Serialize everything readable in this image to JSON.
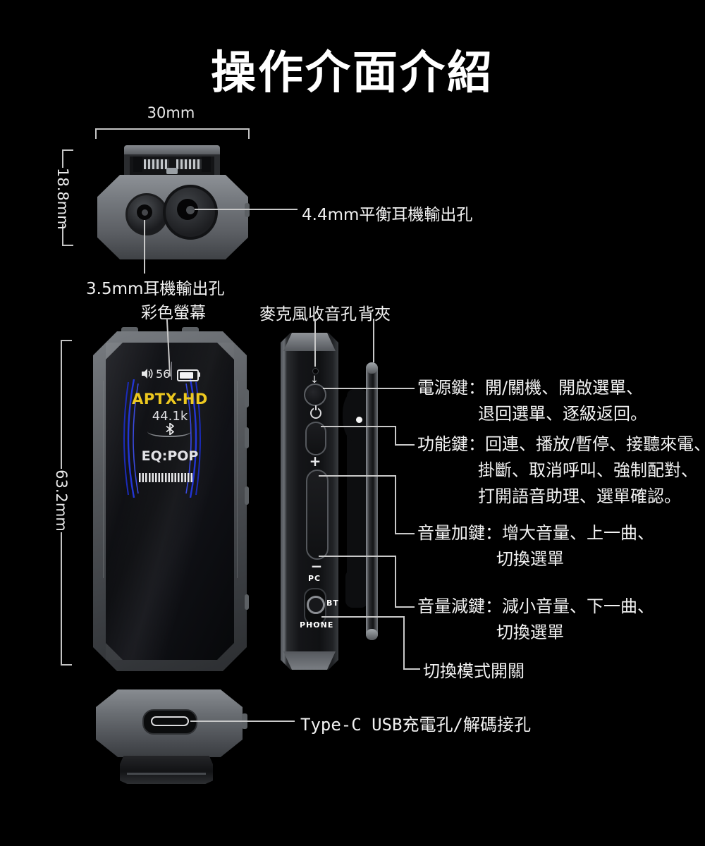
{
  "title": "操作介面介紹",
  "dimensions": {
    "top_width": "30mm",
    "top_height": "18.8mm",
    "front_height": "63.2mm"
  },
  "ports": {
    "jack_35_label": "3.5mm耳機輸出孔",
    "jack_44_label": "4.4mm平衡耳機輸出孔",
    "typec_label": "Type-C USB充電孔/解碼接孔"
  },
  "part_labels": {
    "screen": "彩色螢幕",
    "mic": "麥克風收音孔",
    "clip": "背夾",
    "mode_switch": "切換模式開關"
  },
  "screen_ui": {
    "volume": "56",
    "codec": "APTX-HD",
    "sample_rate": "44.1k",
    "eq": "EQ:POP"
  },
  "side_controls": {
    "plus": "+",
    "minus": "−",
    "pc": "PC",
    "bt": "BT",
    "phone": "PHONE"
  },
  "callouts": {
    "power": {
      "line1": "電源鍵：開/關機、開啟選單、",
      "line2": "退回選單、逐級返回。"
    },
    "function": {
      "line1": "功能鍵：回連、播放/暫停、接聽來電、",
      "line2": "掛斷、取消呼叫、強制配對、",
      "line3": "打開語音助理、選單確認。"
    },
    "vol_up": {
      "line1": "音量加鍵：增大音量、上一曲、",
      "line2": "切換選單"
    },
    "vol_down": {
      "line1": "音量減鍵：減小音量、下一曲、",
      "line2": "切換選單"
    }
  },
  "icons": {
    "speaker": "speaker-icon",
    "battery": "battery-icon",
    "bluetooth": "bluetooth-icon",
    "down_arrow": "↓",
    "power": "power-icon"
  },
  "colors": {
    "background": "#000000",
    "codec_yellow": "#EDC81F",
    "wave_blue": "#2336D6",
    "line_gray": "#C9C9C9",
    "text_white": "#F2F2F2"
  }
}
